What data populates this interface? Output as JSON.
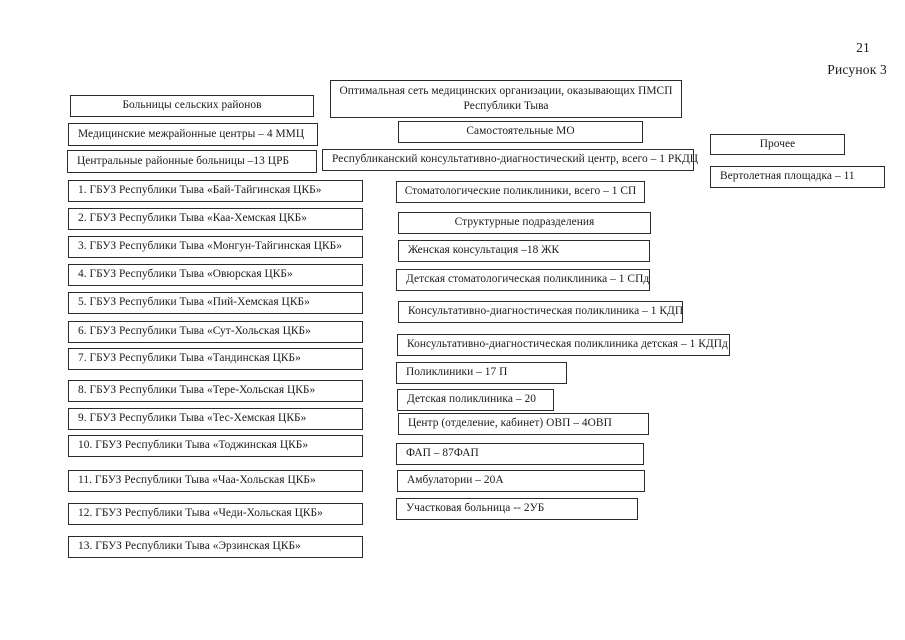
{
  "document": {
    "page_number": "21",
    "figure_caption": "Рисунок 3"
  },
  "diagram_data": {
    "type": "diagram",
    "title": "Оптимальная сеть медицинских организации, оказывающих ПМСП Республики Тыва",
    "columns": 3
  },
  "header": {
    "title": "Оптимальная сеть медицинских организации, оказывающих ПМСП Республики Тыва"
  },
  "left_column": {
    "group_title": "Больницы сельских районов",
    "summary": [
      "Медицинские межрайонные центры – 4 ММЦ",
      "Центральные районные больницы –13 ЦРБ"
    ],
    "hospitals": [
      "1. ГБУЗ Республики Тыва «Бай-Тайгинская ЦКБ»",
      "2. ГБУЗ Республики Тыва «Каа-Хемская ЦКБ»",
      "3. ГБУЗ Республики Тыва «Монгун-Тайгинская ЦКБ»",
      "4. ГБУЗ Республики Тыва «Овюрская ЦКБ»",
      "5. ГБУЗ Республики Тыва «Пий-Хемская ЦКБ»",
      "6. ГБУЗ Республики Тыва «Сут-Хольская ЦКБ»",
      "7. ГБУЗ Республики Тыва «Тандинская ЦКБ»",
      "8. ГБУЗ Республики Тыва «Тере-Хольская ЦКБ»",
      "9. ГБУЗ Республики Тыва «Тес-Хемская ЦКБ»",
      "10. ГБУЗ Республики Тыва «Тоджинская ЦКБ»",
      "11. ГБУЗ Республики Тыва «Чаа-Хольская ЦКБ»",
      "12. ГБУЗ Республики Тыва «Чеди-Хольская ЦКБ»",
      "13. ГБУЗ Республики Тыва «Эрзинская ЦКБ»"
    ]
  },
  "center_column": {
    "group_title": "Самостоятельные МО",
    "independent": [
      "Республиканский консультативно-диагностический центр, всего – 1 РКДЦ",
      "Стоматологические поликлиники, всего – 1 СП"
    ],
    "subdivisions_title": "Структурные подразделения",
    "subdivisions": [
      "Женская консультация –18 ЖК",
      "Детская стоматологическая поликлиника – 1 СПд",
      "Консультативно-диагностическая поликлиника – 1 КДП",
      "Консультативно-диагностическая поликлиника детская – 1 КДПд",
      "Поликлиники – 17 П",
      "Детская поликлиника – 20",
      "Центр (отделение, кабинет) ОВП – 4ОВП",
      "ФАП – 87ФАП",
      "Амбулатории – 20А",
      "Участковая больница -- 2УБ"
    ]
  },
  "right_column": {
    "group_title": "Прочее",
    "items": [
      "Вертолетная площадка – 11"
    ]
  }
}
